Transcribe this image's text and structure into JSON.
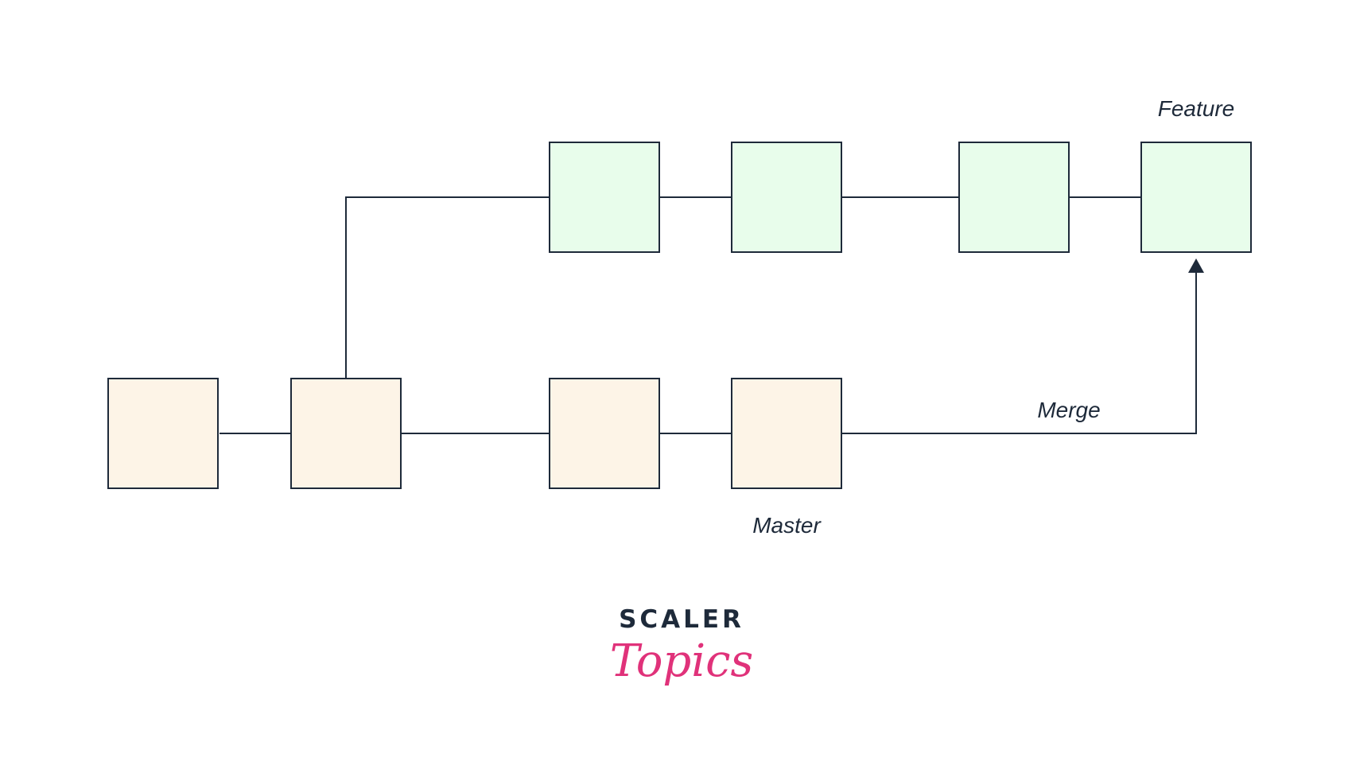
{
  "labels": {
    "feature": "Feature",
    "master": "Master",
    "merge": "Merge"
  },
  "logo": {
    "top": "SCALER",
    "bottom": "Topics"
  },
  "colors": {
    "feature_fill": "#e8fdeb",
    "master_fill": "#fdf4e7",
    "stroke": "#1e2a3a",
    "logo_pink": "#e0327a"
  },
  "branches": {
    "master": {
      "commit_count": 4
    },
    "feature": {
      "commit_count": 4
    }
  }
}
